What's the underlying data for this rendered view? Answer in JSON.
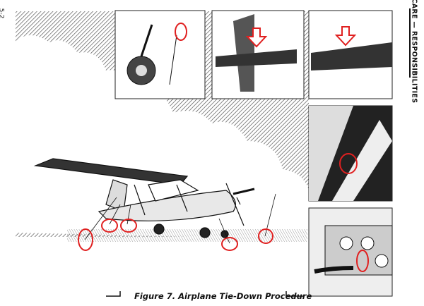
{
  "page_number": "5-2",
  "section_header": "CARE — RESPONSIBILITIES",
  "figure_caption": "Figure 7. Airplane Tie-Down Procedure",
  "colors": {
    "highlight": "#e02020",
    "ink": "#111111"
  }
}
